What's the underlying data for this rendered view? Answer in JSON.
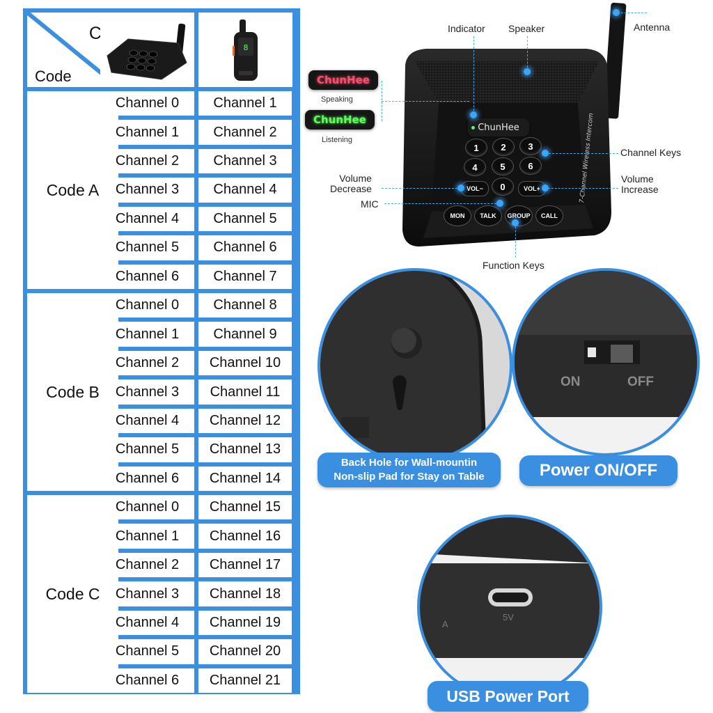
{
  "table": {
    "header": {
      "ch": "CH",
      "code": "Code"
    },
    "groups": [
      {
        "label": "Code A",
        "rows": [
          {
            "base": "Channel 0",
            "handheld": "Channel 1"
          },
          {
            "base": "Channel 1",
            "handheld": "Channel 2"
          },
          {
            "base": "Channel 2",
            "handheld": "Channel 3"
          },
          {
            "base": "Channel 3",
            "handheld": "Channel 4"
          },
          {
            "base": "Channel 4",
            "handheld": "Channel 5"
          },
          {
            "base": "Channel 5",
            "handheld": "Channel 6"
          },
          {
            "base": "Channel 6",
            "handheld": "Channel 7"
          }
        ]
      },
      {
        "label": "Code B",
        "rows": [
          {
            "base": "Channel 0",
            "handheld": "Channel 8"
          },
          {
            "base": "Channel 1",
            "handheld": "Channel 9"
          },
          {
            "base": "Channel 2",
            "handheld": "Channel 10"
          },
          {
            "base": "Channel 3",
            "handheld": "Channel 11"
          },
          {
            "base": "Channel 4",
            "handheld": "Channel 12"
          },
          {
            "base": "Channel 5",
            "handheld": "Channel 13"
          },
          {
            "base": "Channel 6",
            "handheld": "Channel 14"
          }
        ]
      },
      {
        "label": "Code C",
        "rows": [
          {
            "base": "Channel 0",
            "handheld": "Channel 15"
          },
          {
            "base": "Channel 1",
            "handheld": "Channel 16"
          },
          {
            "base": "Channel 2",
            "handheld": "Channel 17"
          },
          {
            "base": "Channel 3",
            "handheld": "Channel 18"
          },
          {
            "base": "Channel 4",
            "handheld": "Channel 19"
          },
          {
            "base": "Channel 5",
            "handheld": "Channel 20"
          },
          {
            "base": "Channel 6",
            "handheld": "Channel 21"
          }
        ]
      }
    ]
  },
  "device": {
    "labels": {
      "indicator": "Indicator",
      "speaker": "Speaker",
      "antenna": "Antenna",
      "channel_keys": "Channel Keys",
      "volume_decrease": "Volume\nDecrease",
      "volume_increase": "Volume\nIncrease",
      "mic": "MIC",
      "function_keys": "Function Keys",
      "speaking": "Speaking",
      "listening": "Listening"
    },
    "brand": "ChunHee",
    "side_text": "7-Channel Wireless Intercom",
    "keys": [
      "1",
      "2",
      "3",
      "4",
      "5",
      "6",
      "0"
    ],
    "volume_keys": {
      "down": "VOL−",
      "up": "VOL+"
    },
    "function_keys": [
      "MON",
      "TALK",
      "GROUP",
      "CALL"
    ],
    "colors": {
      "speaking": "#ff4d6d",
      "listening": "#5cff5c",
      "accent": "#3a8fe0"
    }
  },
  "features": {
    "back_hole": "Back Hole for Wall-mountin\nNon-slip Pad for Stay on Table",
    "power": "Power ON/OFF",
    "usb": "USB Power Port",
    "switch_on": "ON",
    "switch_off": "OFF",
    "port_label": "5V",
    "port_letter": "A"
  }
}
